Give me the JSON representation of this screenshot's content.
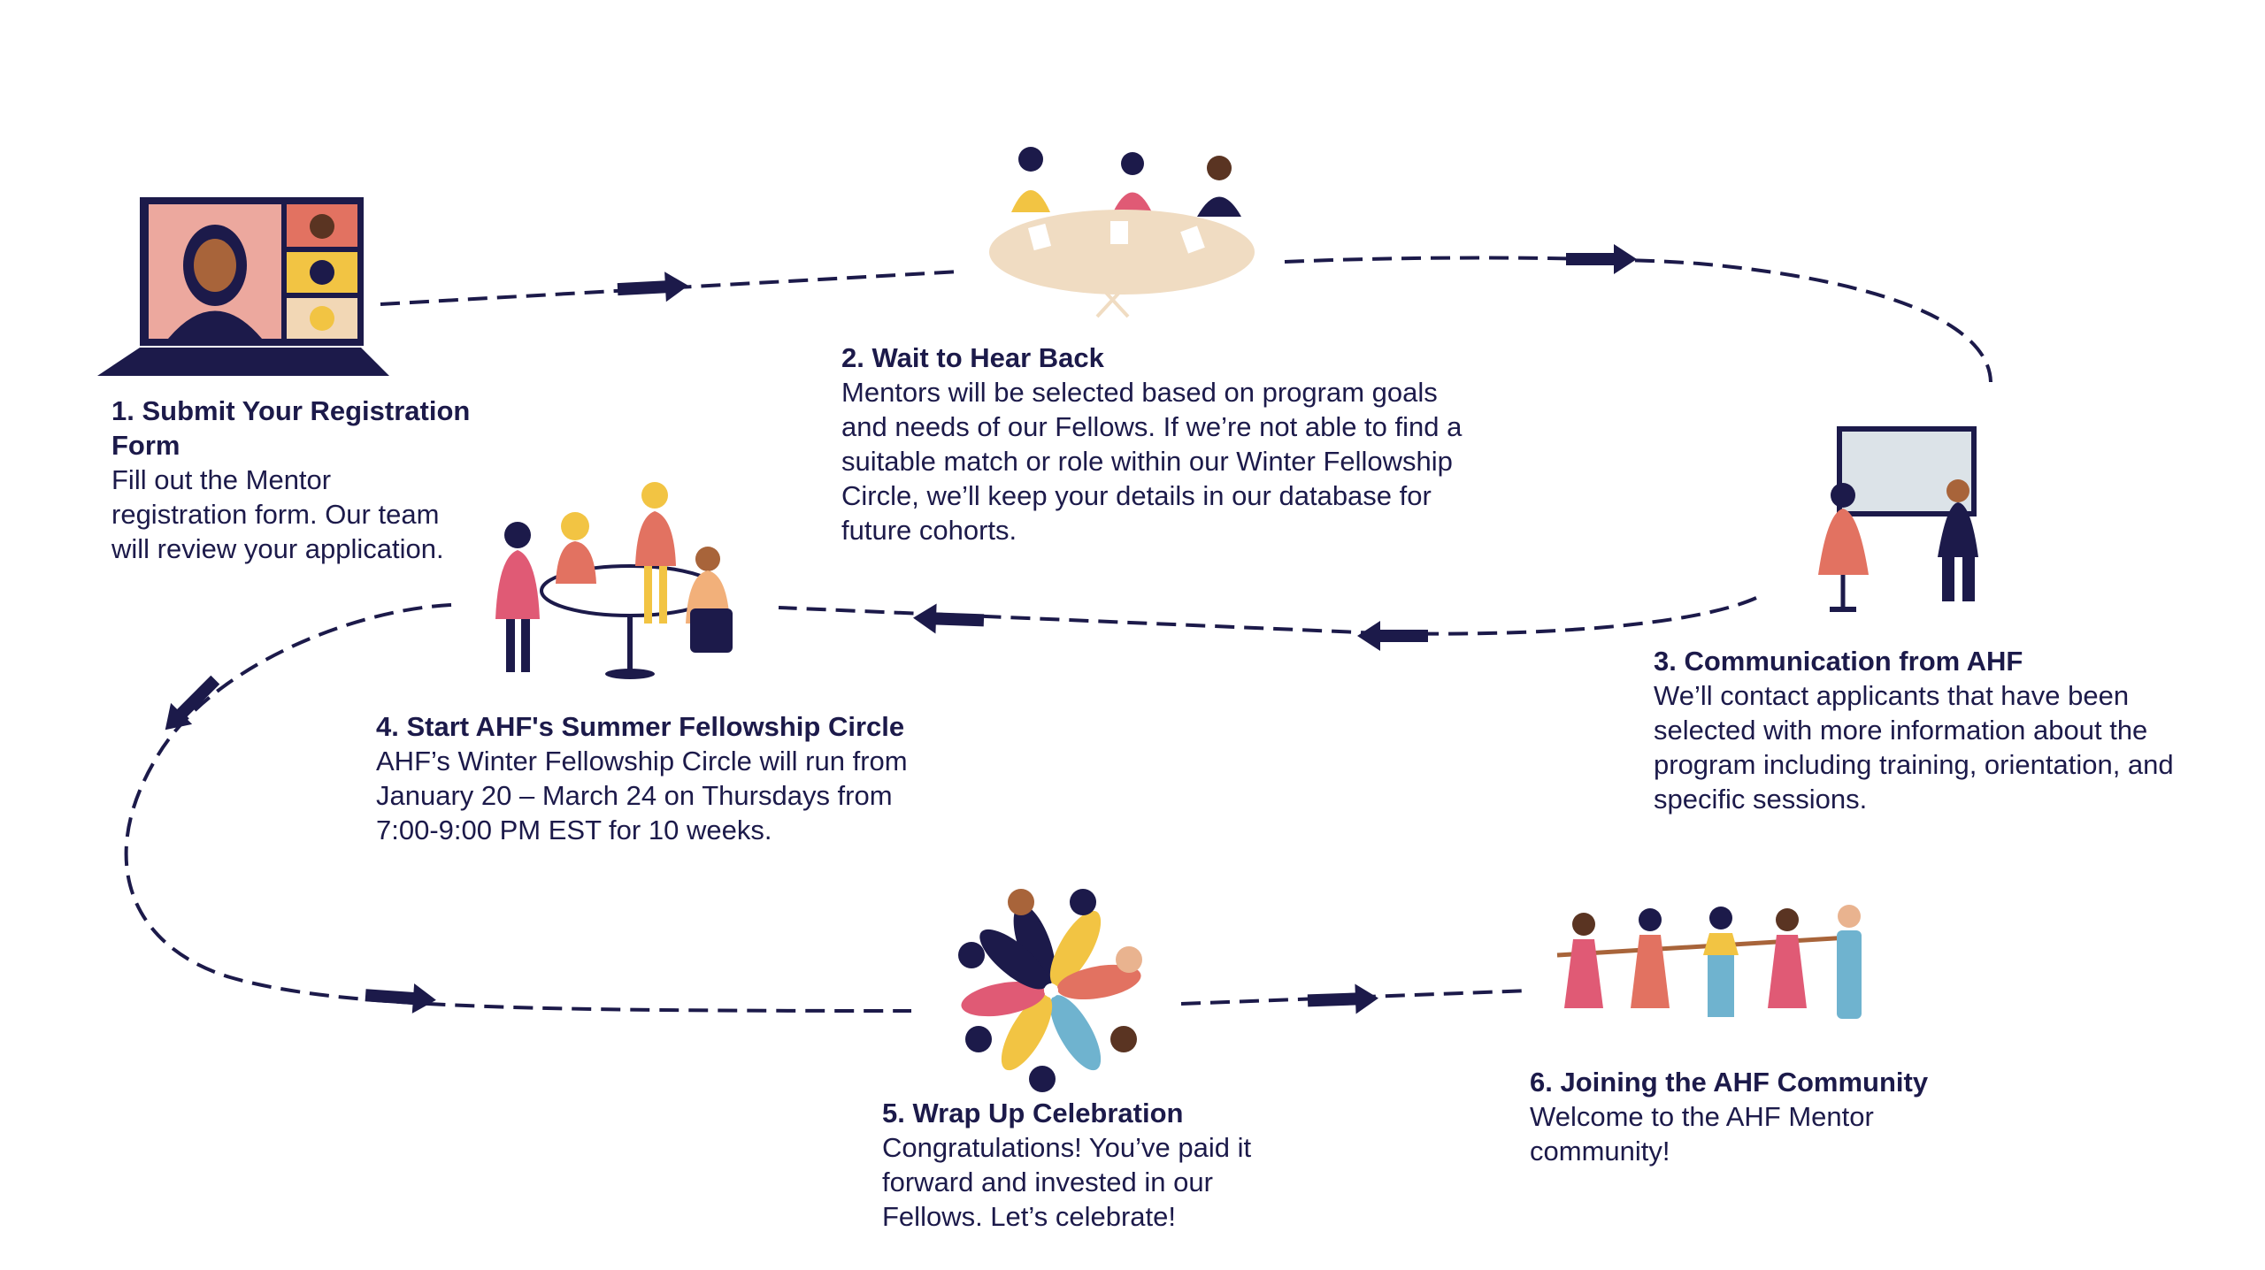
{
  "colors": {
    "navy": "#1c1a4a",
    "pink": "#e05a75",
    "yellow": "#f2c443",
    "coral": "#e27261",
    "tan": "#f0dcc2",
    "blue": "#6fb3cf",
    "screen": "#dce3e8",
    "skin_dark": "#5a3422",
    "skin_mid": "#a8643a",
    "skin_light": "#e9b38f"
  },
  "steps": [
    {
      "title": "1. Submit Your Registration Form",
      "body": "Fill out the Mentor registration form. Our team will review your application.",
      "icon": "laptop-video-call-icon"
    },
    {
      "title": "2. Wait to Hear Back",
      "body": "Mentors will be selected based on program goals and needs of our Fellows. If we’re not able to find a suitable match or role within our Winter Fellowship Circle, we’ll keep your details in our database for future cohorts.",
      "icon": "meeting-table-icon"
    },
    {
      "title": "3. Communication from AHF",
      "body": "We’ll contact applicants that have been selected with more information about the program including training, orientation, and specific sessions.",
      "icon": "presentation-board-icon"
    },
    {
      "title": "4. Start AHF's Summer Fellowship Circle",
      "body": "AHF’s Winter Fellowship Circle will run from January 20 – March 24 on Thursdays from 7:00-9:00 PM EST for 10 weeks.",
      "icon": "round-table-group-icon"
    },
    {
      "title": "5. Wrap Up Celebration",
      "body": "Congratulations! You’ve paid it forward and invested in our Fellows. Let’s celebrate!",
      "icon": "celebration-circle-icon"
    },
    {
      "title": "6. Joining the AHF Community",
      "body": "Welcome to the AHF Mentor community!",
      "icon": "community-hand-holding-icon"
    }
  ]
}
